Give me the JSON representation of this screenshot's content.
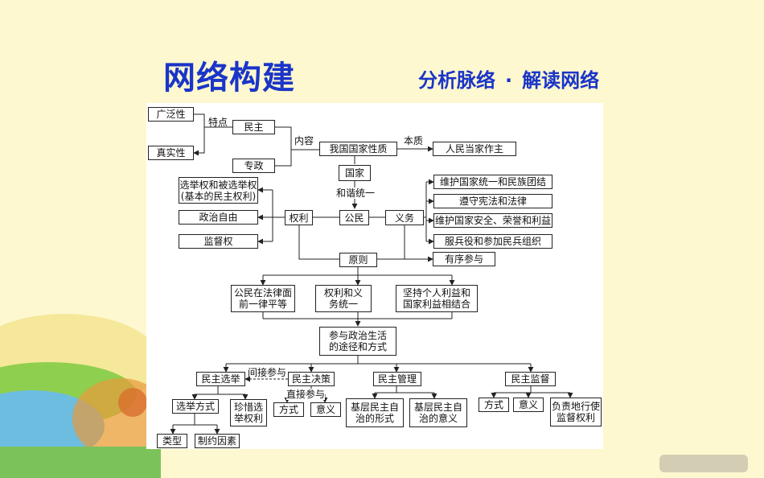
{
  "header": {
    "title": "网络构建",
    "subtitle_left": "分析脉络",
    "subtitle_dot": "·",
    "subtitle_right": "解读网络"
  },
  "colors": {
    "title": "#1a35c8",
    "background": "#fdf8cf",
    "line": "#222222"
  },
  "diagram": {
    "nodes": {
      "guangfan": "广泛性",
      "zhenshi": "真实性",
      "minzhu": "民主",
      "zhuanzheng": "专政",
      "guojia_xingzhi": "我国国家性质",
      "renmin_dangjia": "人民当家作主",
      "guojia": "国家",
      "xuanju_quan": "选举权和被选举权\n(基本的民主权利)",
      "zhengzhi_ziyou": "政治自由",
      "jiandu_quan": "监督权",
      "quanli": "权利",
      "gongmin": "公民",
      "yiwu": "义务",
      "weihu_tongyi": "维护国家统一和民族团结",
      "zunshou": "遵守宪法和法律",
      "weihu_anquan": "维护国家安全、荣誉和利益",
      "fubingyi": "服兵役和参加民兵组织",
      "yuanze": "原则",
      "youxu": "有序参与",
      "pingdeng": "公民在法律面\n前一律平等",
      "tongyi": "权利和义\n务统一",
      "jiehe": "坚持个人利益和\n国家利益相结合",
      "canyu": "参与政治生活\n的途径和方式",
      "minzhu_xuanju": "民主选举",
      "minzhu_juece": "民主决策",
      "minzhu_guanli": "民主管理",
      "minzhu_jiandu": "民主监督",
      "xuanju_fangshi": "选举方式",
      "zhenxi": "珍惜选\n举权利",
      "leixing": "类型",
      "zhiyue": "制约因素",
      "juece_fangshi": "方式",
      "juece_yiyi": "意义",
      "zizhi_xingshi": "基层民主自\n治的形式",
      "zizhi_yiyi": "基层民主自\n治的意义",
      "jiandu_fangshi": "方式",
      "jiandu_yiyi": "意义",
      "fuze": "负责地行使\n监督权利"
    },
    "edge_labels": {
      "tedian": "特点",
      "neirong": "内容",
      "benzhi": "本质",
      "hexie_tongyi": "和谐统一",
      "jianjie": "间接参与",
      "zhijie": "直接参与"
    }
  }
}
